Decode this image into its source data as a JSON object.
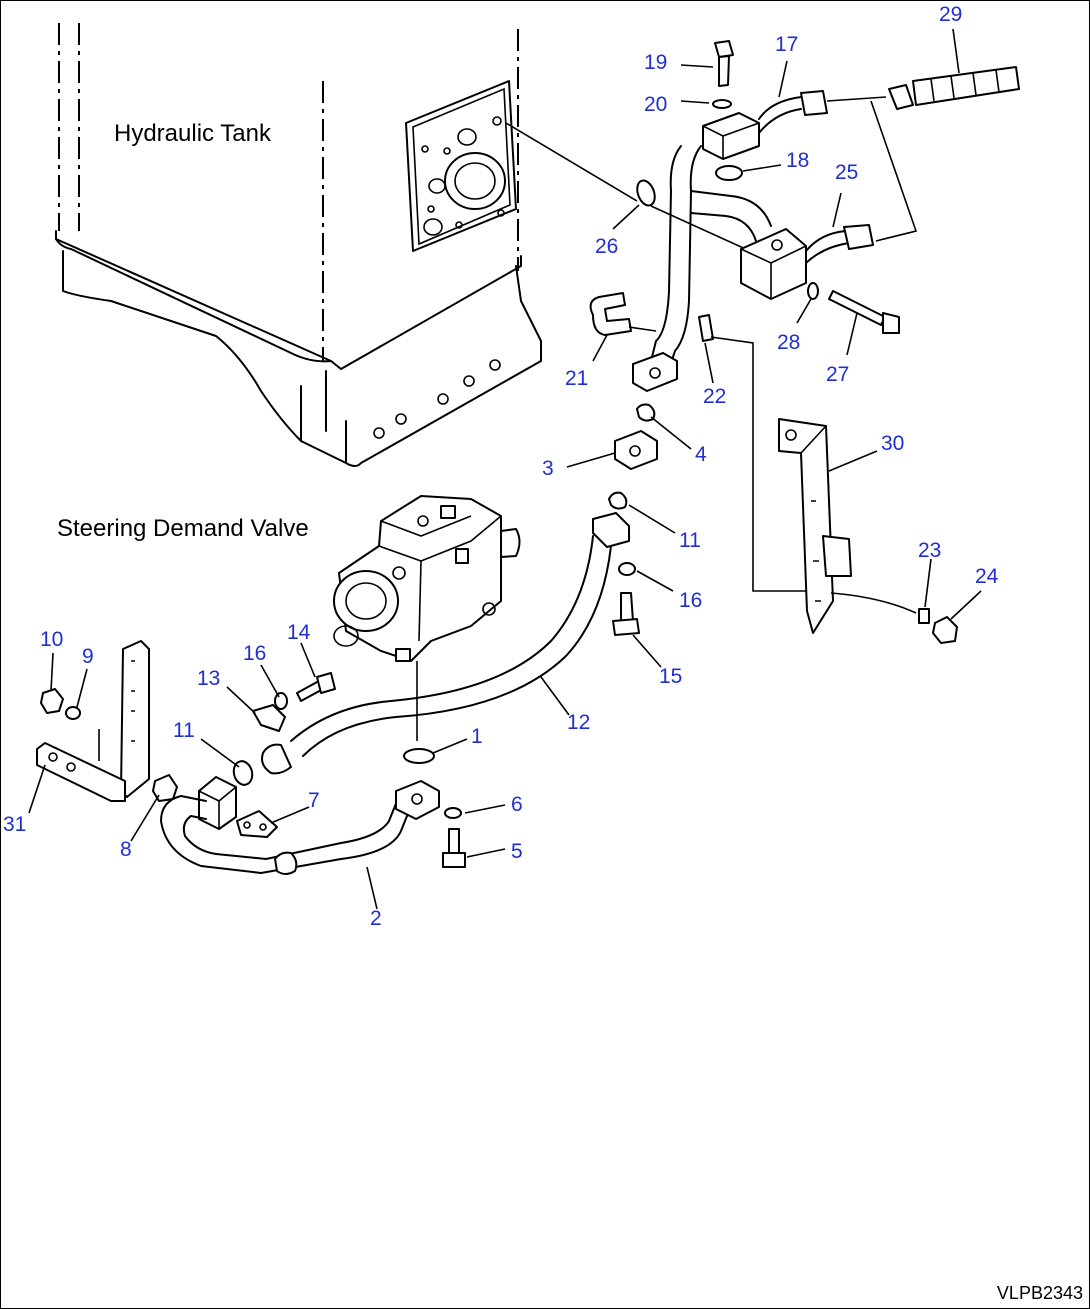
{
  "titles": {
    "hydraulic_tank": "Hydraulic Tank",
    "steering_demand_valve": "Steering Demand Valve"
  },
  "drawing_ref": "VLPB2343",
  "callouts": [
    "1",
    "2",
    "3",
    "4",
    "5",
    "6",
    "7",
    "8",
    "9",
    "10",
    "11",
    "11",
    "12",
    "13",
    "14",
    "15",
    "16",
    "16",
    "17",
    "18",
    "19",
    "20",
    "21",
    "22",
    "23",
    "24",
    "25",
    "26",
    "27",
    "28",
    "29",
    "30",
    "31"
  ],
  "colors": {
    "callout": "#1f2fd0",
    "line": "#000000",
    "background": "#ffffff"
  }
}
